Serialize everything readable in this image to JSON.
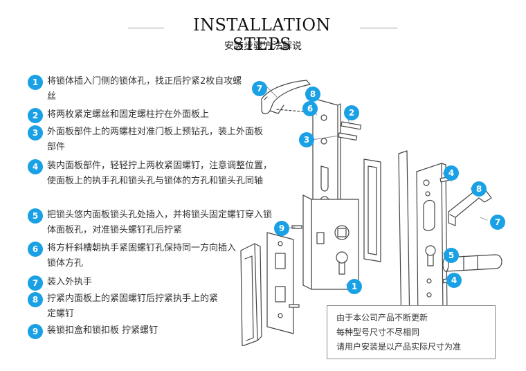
{
  "header": {
    "title": "INSTALLATION STEPS",
    "subtitle": "安装步骤方法解说"
  },
  "steps": [
    {
      "num": "1",
      "text": "将锁体插入门侧的锁体孔，找正后拧紧2枚自攻螺丝"
    },
    {
      "num": "2",
      "text": "将两枚紧定螺丝和固定螺柱拧在外面板上"
    },
    {
      "num": "3",
      "text": "外面板部件上的两螺柱对准门板上预钻孔，装上外面板部件"
    },
    {
      "num": "4",
      "text": "装内面板部件，轻轻拧上两枚紧固螺钉，注意调整位置，使面板上的执手孔和锁头孔与锁体的方孔和锁头孔同轴"
    },
    {
      "num": "5",
      "text": "把锁头悠内面板锁头孔处插入，并将锁头固定螺钉穿入锁体面板孔，对准锁头螺钉孔后拧紧"
    },
    {
      "num": "6",
      "text": "将方杆斜槽朝执手紧固螺钉孔保持同一方向插入锁体方孔"
    },
    {
      "num": "7",
      "text": "装入外执手"
    },
    {
      "num": "8",
      "text": "拧紧内面板上的紧固螺钉后拧紧执手上的紧定螺钉"
    },
    {
      "num": "9",
      "text": "装锁扣盒和锁扣板 拧紧螺钉"
    }
  ],
  "note": {
    "lines": [
      "由于本公司产品不断更新",
      "每种型号尺寸不尽相同",
      "请用户安装是以产品实际尺寸为准"
    ]
  },
  "callouts": [
    "7",
    "8",
    "6",
    "2",
    "3",
    "4",
    "8",
    "7",
    "9",
    "5",
    "4",
    "1"
  ],
  "colors": {
    "accent": "#1aa0e4",
    "line": "#444444"
  }
}
